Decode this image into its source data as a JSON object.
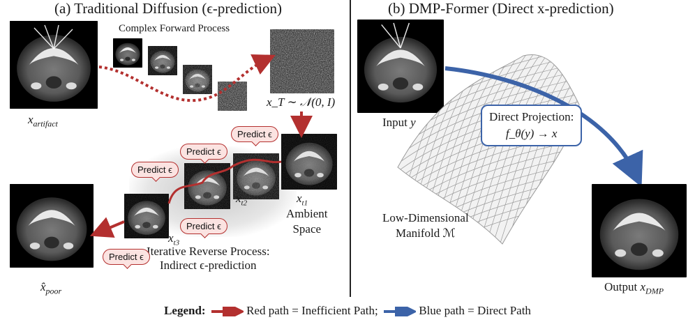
{
  "panel_a": {
    "title": "(a) Traditional Diffusion (ϵ-prediction)",
    "forward_label": "Complex Forward Process",
    "input_label_main": "x",
    "input_label_sub": "artifact",
    "noise_label": "x_T ∼ 𝒩(0, I)",
    "xt1_main": "x",
    "xt1_sub": "t1",
    "xt2_main": "x",
    "xt2_sub": "t2",
    "xt3_main": "x",
    "xt3_sub": "t3",
    "ambient_line1": "Ambient",
    "ambient_line2": "Space",
    "reverse_line1": "Iterative Reverse Process:",
    "reverse_line2": "Indirect ϵ-prediction",
    "output_label_main": "x̂",
    "output_label_sub": "poor",
    "predict_label": "Predict ϵ"
  },
  "panel_b": {
    "title": "(b) DMP-Former (Direct x-prediction)",
    "input_label": "Input",
    "input_var": "y",
    "projection_line1": "Direct Projection:",
    "projection_line2": "f_θ(y) → x",
    "manifold_line1": "Low-Dimensional",
    "manifold_line2": "Manifold ℳ",
    "output_label": "Output",
    "output_var_main": "x",
    "output_var_sub": "DMP"
  },
  "legend": {
    "heading": "Legend:",
    "red_text": "Red path = Inefficient Path;",
    "blue_text": "Blue path = Direct Path"
  },
  "colors": {
    "red_path": "#b3302f",
    "blue_path": "#3c63a8",
    "bubble_fill": "#fbe3e1"
  }
}
